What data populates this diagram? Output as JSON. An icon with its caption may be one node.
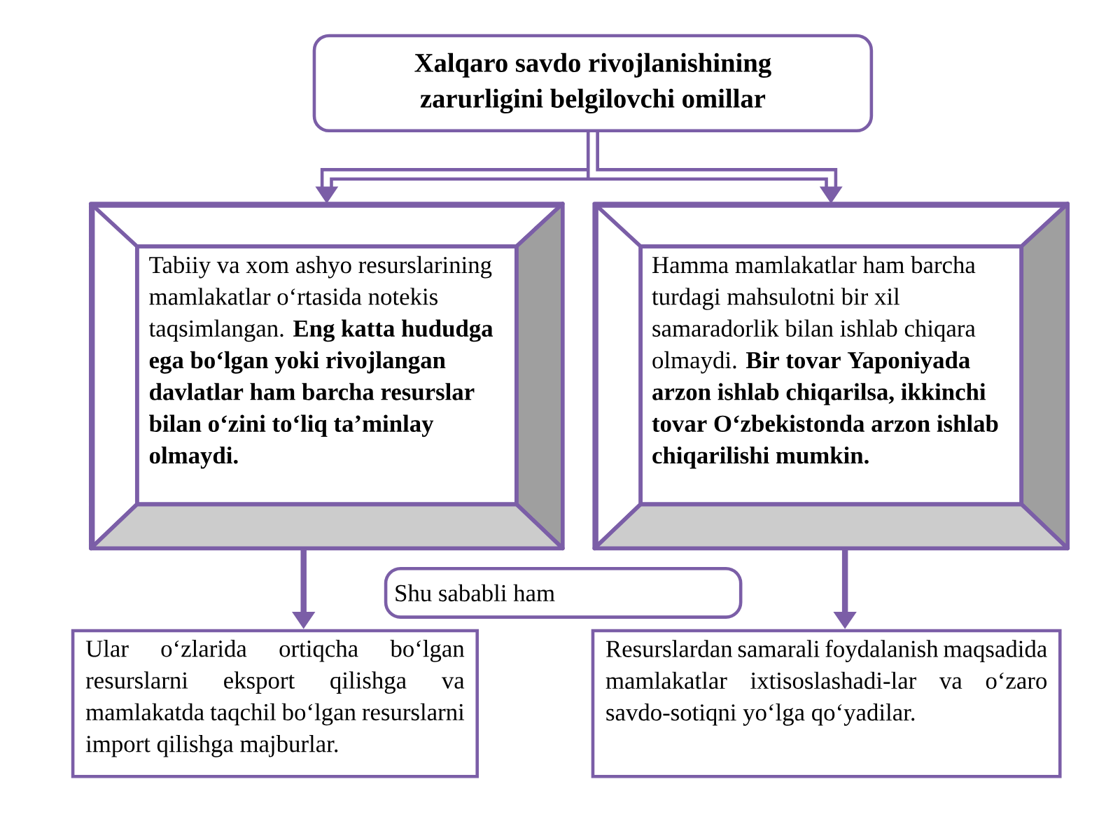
{
  "diagram": {
    "nodes": [
      {
        "text": [
          "Xalqaro savdo rivojlanishining zarurligini belgilovchi omillar"
        ]
      },
      {
        "text": [
          "Tabiiy va xom ashyo resurslarining mamlakatlar o‘rtasida notekis taqsimlangan. **Eng katta hududga ega bo‘lgan yoki rivojlangan davlatlar ham barcha resurslar bilan o‘zini to‘liq ta’minlay olmaydi.**"
        ]
      },
      {
        "text": [
          "Hamma mamlakatlar ham barcha turdagi mahsulotni bir xil samaradorlik bilan ishlab chiqara olmaydi. **Bir tovar Yaponiyada arzon ishlab chiqarilsa, ikkinchi tovar O‘zbekistonda arzon ishlab chiqarilishi mumkin.**"
        ]
      },
      {
        "text": [
          "Shu sababli ham"
        ]
      },
      {
        "text": [
          "Ular o‘zlarida ortiqcha bo‘lgan resurslarni eksport qilishga va mamlakatda taqchil bo‘lgan resurslarni import qilishga majburlar."
        ]
      },
      {
        "text": [
          "Resurslardan samarali foydalanish maqsadida mamlakatlar ixtisoslashadi-lar va o‘zaro savdo-sotiqni yo‘lga qo‘yadilar."
        ]
      }
    ],
    "edges": [
      {
        "from": 0,
        "to": 1,
        "arrow": "to",
        "style": "thick"
      },
      {
        "from": 0,
        "to": 2,
        "arrow": "to",
        "style": "thick"
      },
      {
        "from": 1,
        "to": 4,
        "arrow": "to"
      },
      {
        "from": 2,
        "to": 5,
        "arrow": "to"
      }
    ]
  }
}
